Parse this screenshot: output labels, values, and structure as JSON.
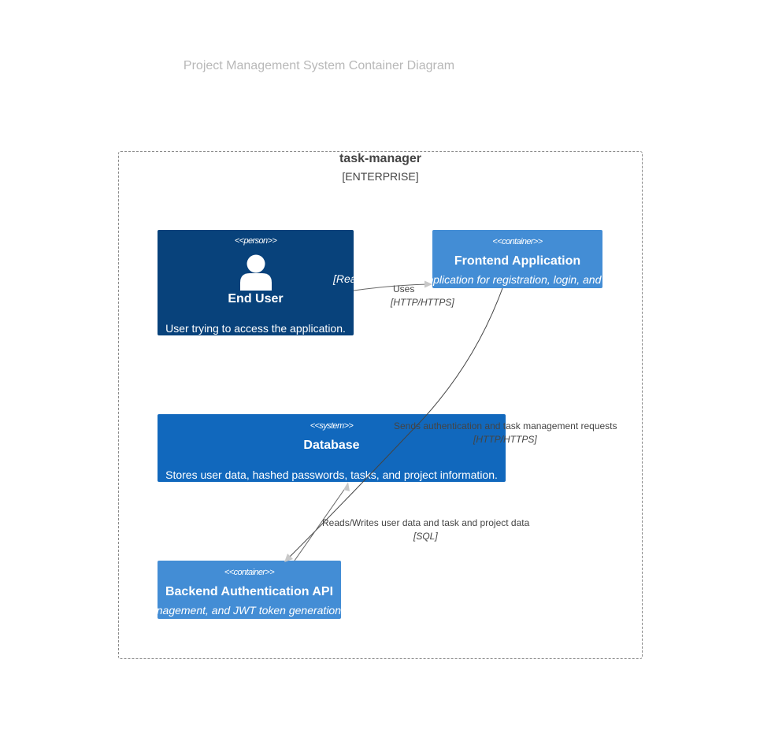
{
  "diagram": {
    "title": "Project Management System Container Diagram",
    "boundary": {
      "name": "task-manager",
      "type": "[ENTERPRISE]"
    },
    "nodes": {
      "end_user": {
        "stereotype": "<<person>>",
        "name": "End User",
        "description": "User trying to access the application."
      },
      "frontend": {
        "stereotype": "<<container>>",
        "name": "Frontend Application",
        "description": "Application for registration, login, and",
        "overflow_text": "[Rea"
      },
      "database": {
        "stereotype": "<<system>>",
        "name": "Database",
        "description": "Stores user data, hashed passwords, tasks, and project information."
      },
      "backend": {
        "stereotype": "<<container>>",
        "name": "Backend Authentication API",
        "description": "Authentication, task management, and JWT token generation"
      }
    },
    "edges": [
      {
        "label": "Uses",
        "tech": "[HTTP/HTTPS]"
      },
      {
        "label": "Sends authentication and task management requests",
        "tech": "[HTTP/HTTPS]"
      },
      {
        "label": "Reads/Writes user data and task and project data",
        "tech": "[SQL]"
      }
    ],
    "colors": {
      "person": "#08427b",
      "container": "#438dd5",
      "system": "#1168bd",
      "edge": "#666666",
      "arrowhead": "#c8c8c8"
    }
  }
}
